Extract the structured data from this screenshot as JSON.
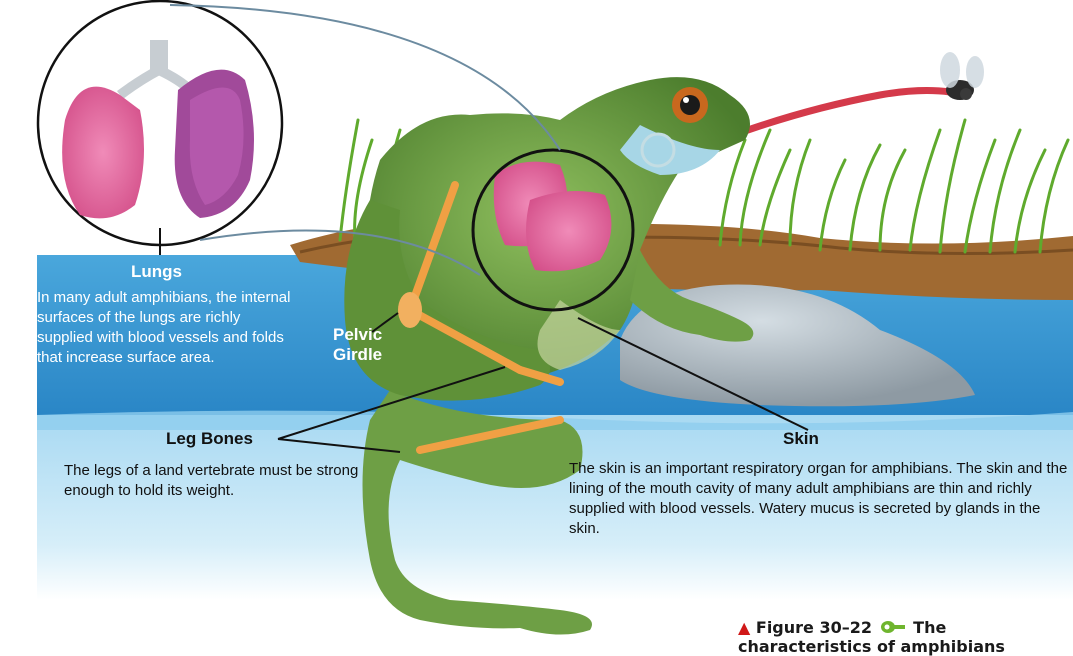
{
  "labels": {
    "lungs_title": "Lungs",
    "lungs_text": "In many adult amphibians, the internal surfaces of the lungs are richly supplied with blood vessels and folds that increase surface area.",
    "pelvic_girdle": "Pelvic Girdle",
    "leg_bones_title": "Leg Bones",
    "leg_bones_text": "The legs of a land vertebrate must be strong enough to hold its weight.",
    "skin_title": "Skin",
    "skin_text": "The skin is an important respiratory organ for amphibians. The skin and the lining of the mouth cavity of many adult amphibians are thin and richly supplied with blood vessels. Watery mucus is secreted by glands in the skin."
  },
  "caption": {
    "figure": "Figure 30–22",
    "text": "The characteristics of amphibians"
  },
  "colors": {
    "water": "#3f9fd6",
    "frog_green": "#5b8f3a",
    "lung_pink": "#e0659a",
    "bone_orange": "#f0a044",
    "caption_triangle": "#d01818",
    "key_icon": "#6fb52e"
  }
}
